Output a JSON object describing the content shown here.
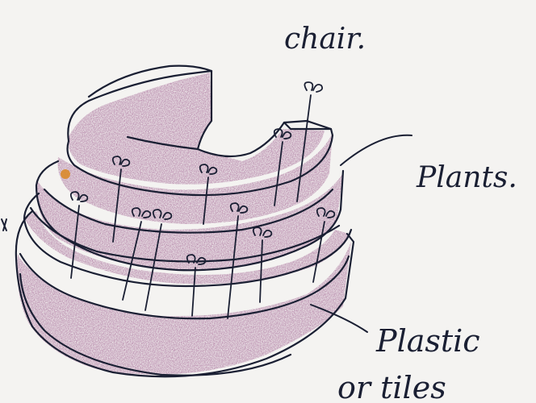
{
  "labels": {
    "chair": "chair.",
    "plants": "Plants.",
    "plastic": "Plastic",
    "tiles": "or tiles"
  },
  "colors": {
    "paper": "#f4f3f1",
    "ink": "#1a1f33",
    "pencil": "#8a3c78",
    "pencil_dark": "#6e2a63",
    "accent": "#d98a2b"
  }
}
